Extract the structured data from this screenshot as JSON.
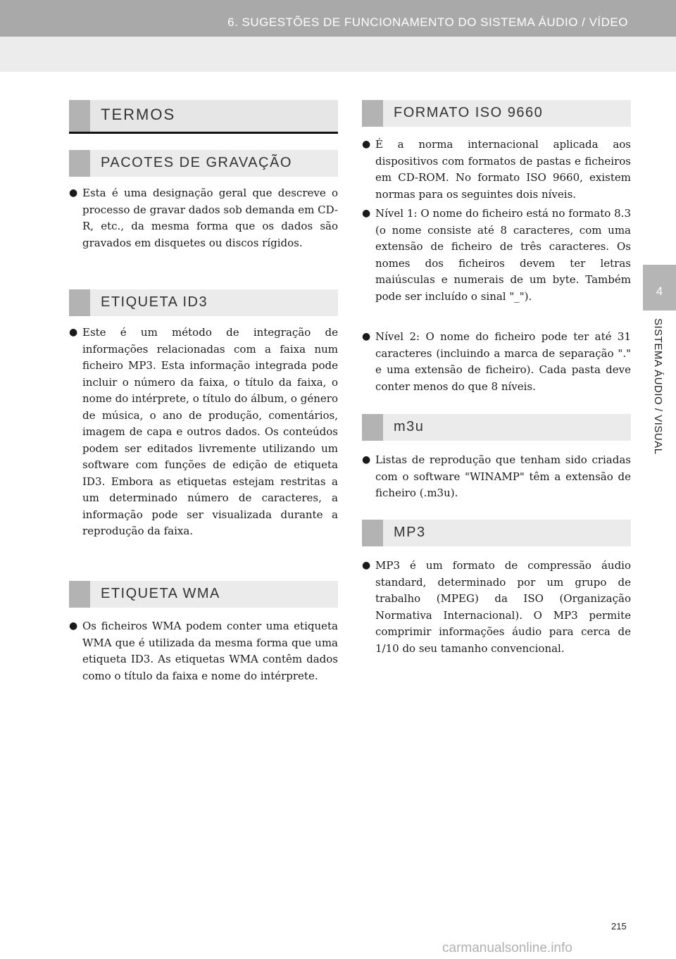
{
  "header": {
    "chapter": "6. SUGESTÕES DE FUNCIONAMENTO DO SISTEMA ÁUDIO / VÍDEO"
  },
  "side_tab": {
    "number": "4",
    "title": "SISTEMA ÁUDIO / VISUAL"
  },
  "left": {
    "main_heading": "TERMOS",
    "sections": [
      {
        "heading": "PACOTES DE GRAVAÇÃO",
        "text": "Esta é uma designação geral que descreve o processo de gravar dados sob demanda em CD-R, etc., da mesma forma que os dados são gravados em disquetes ou discos rígidos."
      },
      {
        "heading": "ETIQUETA ID3",
        "text": "Este é um método de integração de informações relacionadas com a faixa num ficheiro MP3. Esta informação integrada pode incluir o número da faixa, o título da faixa, o nome do intérprete, o título do álbum, o género de música, o ano de produção, comentários, imagem de capa e outros dados. Os conteúdos podem ser editados livremente utilizando um software com funções de edição de etiqueta ID3. Embora as etiquetas estejam restritas a um determinado número de caracteres, a informação pode ser visualizada durante a reprodução da faixa."
      },
      {
        "heading": "ETIQUETA WMA",
        "text": "Os ficheiros WMA podem conter uma etiqueta WMA que é utilizada da mesma forma que uma etiqueta ID3. As etiquetas WMA contêm dados como o título da faixa e nome do intérprete."
      }
    ]
  },
  "right": {
    "sections": [
      {
        "heading": "FORMATO ISO 9660",
        "items": [
          "É a norma internacional aplicada aos dispositivos com formatos de pastas e ficheiros em CD-ROM. No formato ISO 9660, existem normas para os seguintes dois níveis.",
          "Nível 1: O nome do ficheiro está no formato 8.3 (o nome consiste até 8 caracteres, com uma extensão de ficheiro de três caracteres. Os nomes dos ficheiros devem ter letras maiúsculas e numerais de um byte. Também pode ser incluído o sinal \"_\").",
          "Nível 2: O nome do ficheiro pode ter até 31 caracteres (incluindo a marca de separação \".\" e uma extensão de ficheiro). Cada pasta deve conter menos do que 8 níveis."
        ]
      },
      {
        "heading": "m3u",
        "items": [
          "Listas de reprodução que tenham sido criadas com o software \"WINAMP\" têm a extensão de ficheiro (.m3u)."
        ]
      },
      {
        "heading": "MP3",
        "items": [
          "MP3 é um formato de compressão áudio standard, determinado por um grupo de trabalho (MPEG) da ISO (Organização Normativa Internacional). O MP3 permite comprimir informações áudio para cerca de 1/10 do seu tamanho convencional."
        ]
      }
    ]
  },
  "footer": {
    "page_number": "215",
    "watermark": "carmanualsonline.info"
  }
}
